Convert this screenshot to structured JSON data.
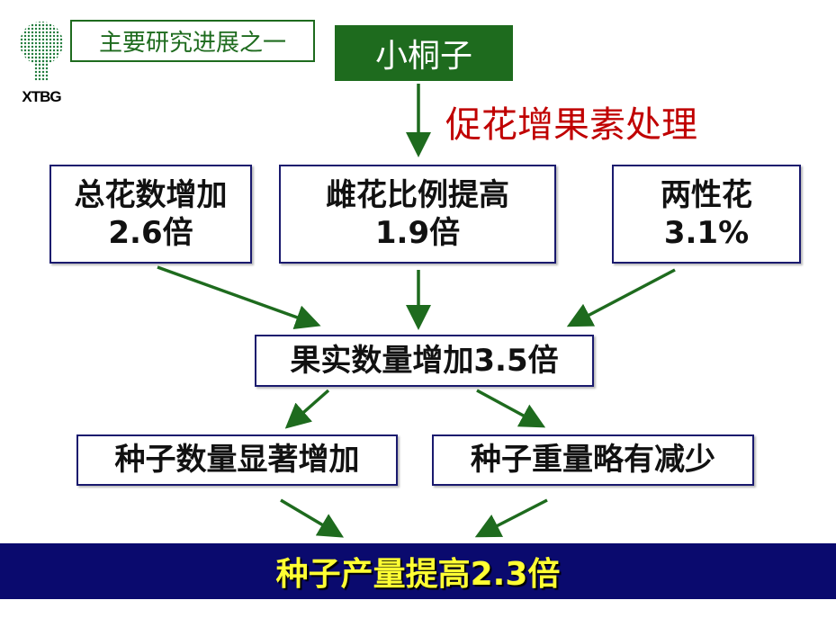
{
  "header": {
    "logo_text": "XTBG",
    "section_title": "主要研究进展之一"
  },
  "root": {
    "label": "小桐子",
    "treatment": "促花增果素处理"
  },
  "effects": [
    {
      "title": "总花数增加",
      "value": "2.6倍"
    },
    {
      "title": "雌花比例提高",
      "value": "1.9倍"
    },
    {
      "title": "两性花",
      "value": "3.1%"
    }
  ],
  "fruit": "果实数量增加3.5倍",
  "seeds": [
    "种子数量显著增加",
    "种子重量略有减少"
  ],
  "result": "种子产量提高2.3倍",
  "colors": {
    "green": "#1e6b1e",
    "red": "#c00000",
    "navy": "#0a0a6e",
    "yellow": "#ffff33"
  }
}
